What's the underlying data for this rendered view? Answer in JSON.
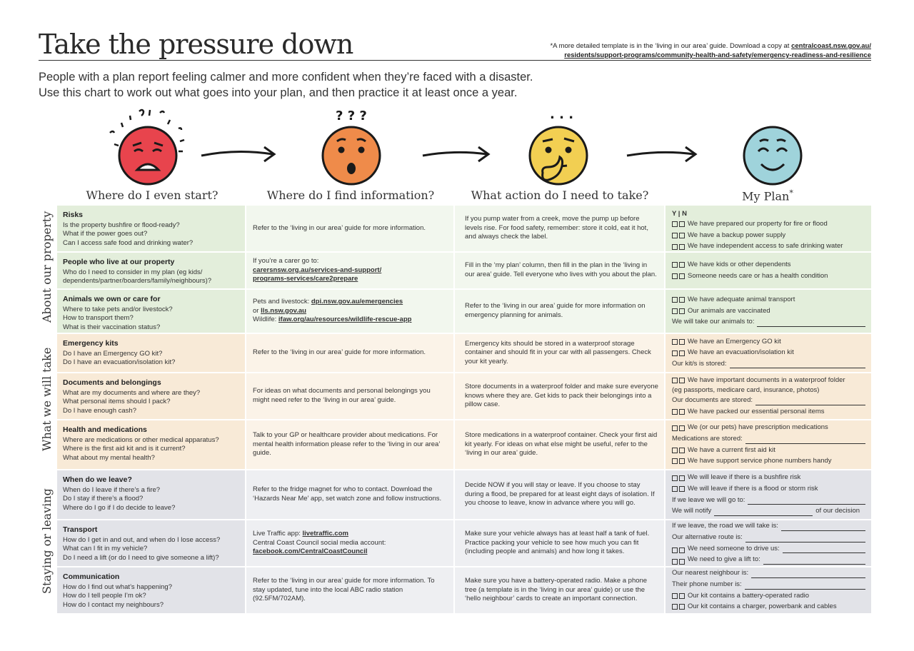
{
  "header": {
    "title": "Take the pressure down",
    "note_prefix": "*A more detailed template is in the ‘living in our area’ guide. Download a copy at",
    "note_link_1": "centralcoast.nsw.gov.au/",
    "note_link_2": "residents/support-programs/community-health-and-safety/emergency-readiness-and-resilience",
    "intro_1": "People with a plan report feeling calmer and more confident when they’re faced with a disaster.",
    "intro_2": "Use this chart to work out what goes into your plan, and then practice it at least once a year."
  },
  "columns": {
    "col1": "Where do I even start?",
    "col2": "Where do I find information?",
    "col3": "What action do I need to take?",
    "col4": "My Plan",
    "col4_mark": "*"
  },
  "faces": {
    "red": "#e8444d",
    "orange": "#ef8b4a",
    "yellow": "#f2cf52",
    "blue": "#9fd3db"
  },
  "sections": {
    "s1": "About our property",
    "s2": "What we will take",
    "s3": "Staying or leaving"
  },
  "rows": {
    "risks": {
      "title": "Risks",
      "q1": "Is the property bushfire or flood-ready?",
      "q2": "What if the power goes out?",
      "q3": "Can I access safe food and drinking water?",
      "info": "Refer to the ‘living in our area’ guide for more information.",
      "action": "If you pump water from a creek, move the pump up before levels rise. For food safety, remember: store it cold, eat it hot, and always check the label.",
      "yn": "Y | N",
      "p1": "We have prepared our property for fire or flood",
      "p2": "We have a backup power supply",
      "p3": "We have independent access to safe drinking water"
    },
    "people": {
      "title": "People who live at our property",
      "q1": "Who do I need to consider in my plan (eg kids/",
      "q2": "dependents/partner/boarders/family/neighbours)?",
      "info1": "If you’re a carer go to:",
      "info_link1": "carersnsw.org.au/services-and-support/",
      "info_link2": "programs-services/care2prepare",
      "action": "Fill in the ‘my plan’ column, then fill in the plan in the ‘living in our area’ guide. Tell everyone who lives with you about the plan.",
      "p1": "We have kids or other dependents",
      "p2": "Someone needs care or has a health condition"
    },
    "animals": {
      "title": "Animals we own or care for",
      "q1": "Where to take pets and/or livestock?",
      "q2": "How to transport them?",
      "q3": "What is their vaccination status?",
      "info1": "Pets and livestock:",
      "info_link1": "dpi.nsw.gov.au/emergencies",
      "info2": "or",
      "info_link2": "lls.nsw.gov.au",
      "info3": "Wildlife:",
      "info_link3": "ifaw.org/au/resources/wildlife-rescue-app",
      "action": "Refer to the ‘living in our area’ guide for more information on emergency planning for animals.",
      "p1": "We have adequate animal transport",
      "p2": "Our animals are vaccinated",
      "p3": "We will take our animals to:"
    },
    "kits": {
      "title": "Emergency kits",
      "q1": "Do I have an Emergency GO kit?",
      "q2": "Do I have an evacuation/isolation kit?",
      "info": "Refer to the ‘living in our area’ guide for more information.",
      "action": "Emergency kits should be stored in a waterproof storage container and should fit in your car with all passengers. Check your kit yearly.",
      "p1": "We have an Emergency GO kit",
      "p2": "We have an evacuation/isolation kit",
      "p3": "Our kit/s is stored:"
    },
    "docs": {
      "title": "Documents and belongings",
      "q1": "What are my documents and where are they?",
      "q2": "What personal items should I pack?",
      "q3": "Do I have enough cash?",
      "info": "For ideas on what documents and personal belongings you might need refer to the ‘living in our area’ guide.",
      "action": "Store documents in a waterproof folder and make sure everyone knows where they are. Get kids to pack their belongings into a pillow case.",
      "p1": "We have important documents in a waterproof folder",
      "p1b": "(eg passports, medicare card, insurance, photos)",
      "p2": "Our documents are stored:",
      "p3": "We have packed our essential personal items"
    },
    "health": {
      "title": "Health and medications",
      "q1": "Where are medications or other medical apparatus?",
      "q2": "Where is the first aid kit and is it current?",
      "q3": "What about my mental health?",
      "info": "Talk to your GP or healthcare provider about medications. For mental health information please refer to the ‘living in our area’ guide.",
      "action": "Store medications in a waterproof container. Check your first aid kit yearly. For ideas on what else might be useful, refer to the ‘living in our area’ guide.",
      "p1": "We (or our pets) have prescription medications",
      "p2": "Medications are stored:",
      "p3": "We have a current first aid kit",
      "p4": "We have support service phone numbers handy"
    },
    "leave": {
      "title": "When do we leave?",
      "q1": "When do I leave if there’s a fire?",
      "q2": "Do I stay if there’s a flood?",
      "q3": "Where do I go if I do decide to leave?",
      "info": "Refer to the fridge magnet for who to contact. Download the ‘Hazards Near Me’ app, set watch zone and follow instructions.",
      "action": "Decide NOW if you will stay or leave. If you choose to stay during a flood, be prepared for at least eight days of isolation. If you choose to leave, know in advance where you will go.",
      "p1": "We will leave if there is a bushfire risk",
      "p2": "We will leave if there is a flood or storm risk",
      "p3": "If we leave we will go to:",
      "p4a": "We will notify",
      "p4b": "of our decision"
    },
    "transport": {
      "title": "Transport",
      "q1": "How do I get in and out, and when do I lose access?",
      "q2": "What can I fit in my vehicle?",
      "q3": "Do I need a lift (or do I need to give someone a lift)?",
      "info1": "Live Traffic app:",
      "info_link1": "livetraffic.com",
      "info2": "Central Coast Council social media account:",
      "info_link2": "facebook.com/CentralCoastCouncil",
      "action": "Make sure your vehicle always has at least half a tank of fuel. Practice packing your vehicle to see how much you can fit (including people and animals) and how long it takes.",
      "p1": "If we leave, the road we will take is:",
      "p2": "Our alternative route is:",
      "p3": "We need someone to drive us:",
      "p4": "We need to give a lift to:"
    },
    "comm": {
      "title": "Communication",
      "q1": "How do I find out what’s happening?",
      "q2": "How do I tell people I’m ok?",
      "q3": "How do I contact my neighbours?",
      "info": "Refer to the ‘living in our area’ guide for more information. To stay updated, tune into the local ABC radio station (92.5FM/702AM).",
      "action": "Make sure you have a battery-operated radio. Make a phone tree (a template is in the ‘living in our area’ guide) or use the ‘hello neighbour’ cards to create an important connection.",
      "p1": "Our nearest neighbour is:",
      "p2": "Their phone number is:",
      "p3": "Our kit contains a battery-operated radio",
      "p4": "Our kit contains a charger, powerbank and cables"
    }
  }
}
